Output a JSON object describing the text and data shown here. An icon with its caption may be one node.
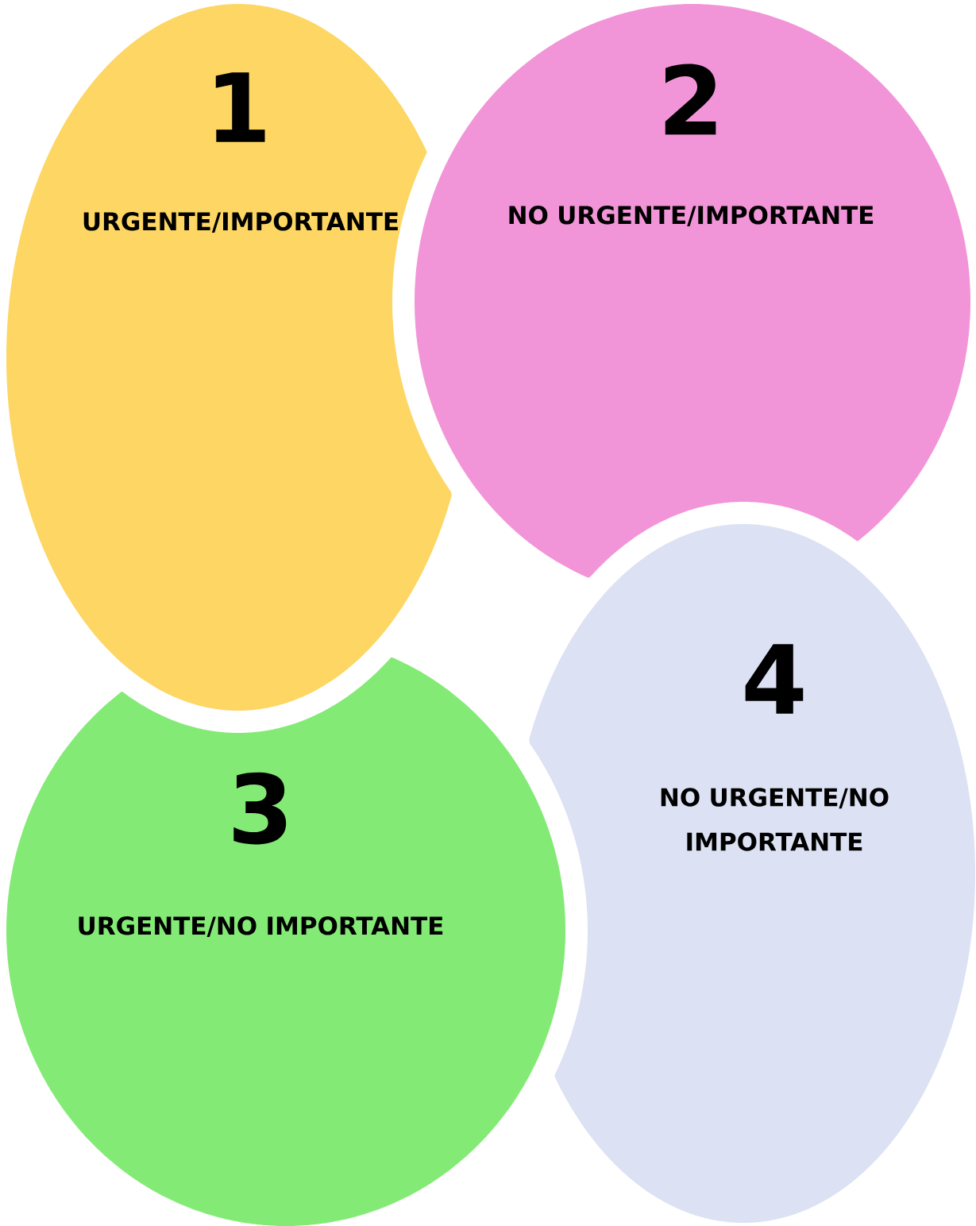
{
  "diagram": {
    "nodes": [
      {
        "text": [
          "1",
          "URGENTE/IMPORTANTE"
        ]
      },
      {
        "text": [
          "2",
          "NO URGENTE/IMPORTANTE"
        ]
      },
      {
        "text": [
          "3",
          "URGENTE/NO IMPORTANTE"
        ]
      },
      {
        "text": [
          "4",
          "NO URGENTE/NO IMPORTANTE"
        ]
      }
    ]
  }
}
